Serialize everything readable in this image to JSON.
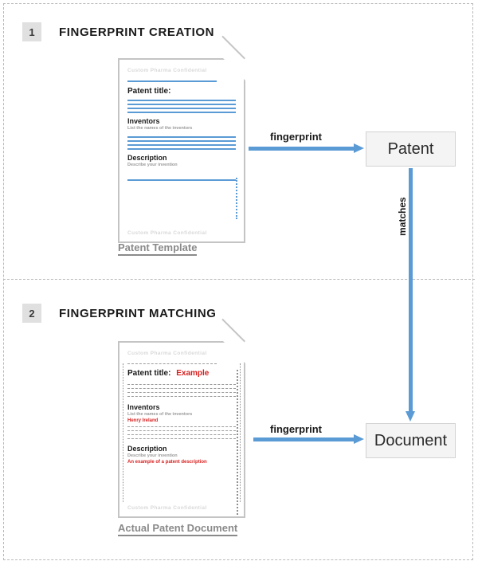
{
  "diagram": {
    "sections": [
      {
        "number": "1",
        "title": "FINGERPRINT CREATION"
      },
      {
        "number": "2",
        "title": "FINGERPRINT MATCHING"
      }
    ],
    "arrows": {
      "fingerprint_top": "fingerprint",
      "fingerprint_bottom": "fingerprint",
      "matches": "matches"
    },
    "boxes": {
      "patent": "Patent",
      "document": "Document"
    },
    "captions": {
      "template": "Patent Template",
      "actual": "Actual Patent Document"
    },
    "template_doc": {
      "watermark_top": "Custom Pharma Confidential",
      "watermark_bottom": "Custom Pharma Confidential",
      "title_label": "Patent title:",
      "inventors_label": "Inventors",
      "inventors_hint": "List the names of the inventors",
      "description_label": "Description",
      "description_hint": "Describe your invention"
    },
    "actual_doc": {
      "watermark_top": "Custom Pharma Confidential",
      "watermark_bottom": "Custom Pharma Confidential",
      "title_label": "Patent title:",
      "title_value": "Example",
      "inventors_label": "Inventors",
      "inventors_hint": "List the names of the inventors",
      "inventors_value": "Henry Ireland",
      "description_label": "Description",
      "description_hint": "Describe your invention",
      "description_value": "An example of a patent description"
    },
    "colors": {
      "accent_blue": "#5b9bd5",
      "red": "#d81f1f",
      "badge_gray": "#e0e0e0",
      "caption_gray": "#8a8a8a",
      "box_fill": "#f4f4f4"
    }
  }
}
